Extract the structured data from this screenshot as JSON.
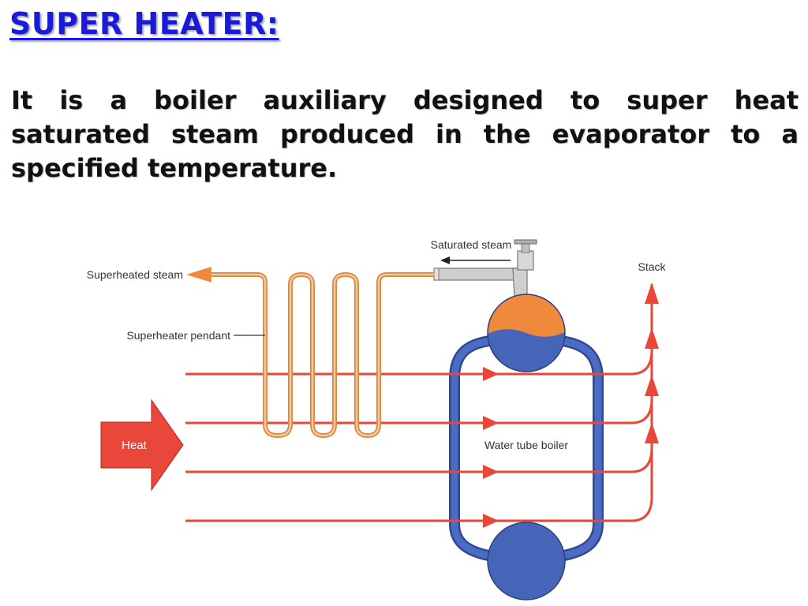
{
  "slide": {
    "title": "SUPER HEATER:",
    "body": "It is a boiler auxiliary designed to super heat saturated steam produced in the evaporator to a specified temperature."
  },
  "diagram": {
    "labels": {
      "saturated_steam": "Saturated steam",
      "superheated_steam": "Superheated steam",
      "superheater_pendant": "Superheater pendant",
      "stack": "Stack",
      "heat": "Heat",
      "water_tube_boiler": "Water tube boiler"
    },
    "colors": {
      "title": "#1a1adb",
      "heat_flow": "#e8473a",
      "superheater_tube": "#f0a060",
      "steam_space": "#ef8a3c",
      "water": "#4565b8",
      "pipe": "#c8c8c8"
    }
  }
}
